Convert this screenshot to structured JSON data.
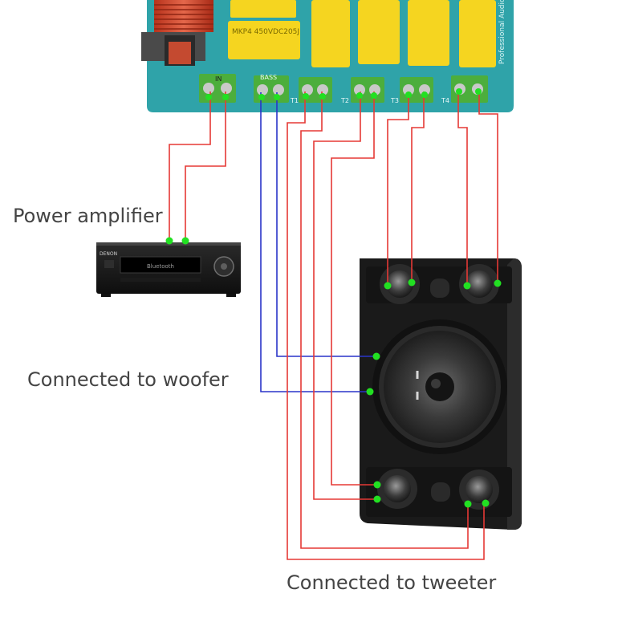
{
  "labels": {
    "power_amplifier": "Power amplifier",
    "woofer": "Connected to woofer",
    "tweeter": "Connected to tweeter"
  },
  "board": {
    "capacitor_text": "MKP4 450VDC205J",
    "brand_text": "Professional Audio",
    "terminal_labels": [
      "IN",
      "BASS",
      "T1",
      "T2",
      "T3",
      "T4"
    ]
  },
  "amplifier": {
    "brand": "DENON",
    "display_text": "Bluetooth"
  },
  "colors": {
    "board": "#2fa3a9",
    "terminal": "#4cae3c",
    "capacitor": "#f5d520",
    "positive_wire": "#e53935",
    "woofer_wire": "#2a34c8",
    "connector_dot": "#22e022",
    "cabinet": "#1a1a1a"
  }
}
